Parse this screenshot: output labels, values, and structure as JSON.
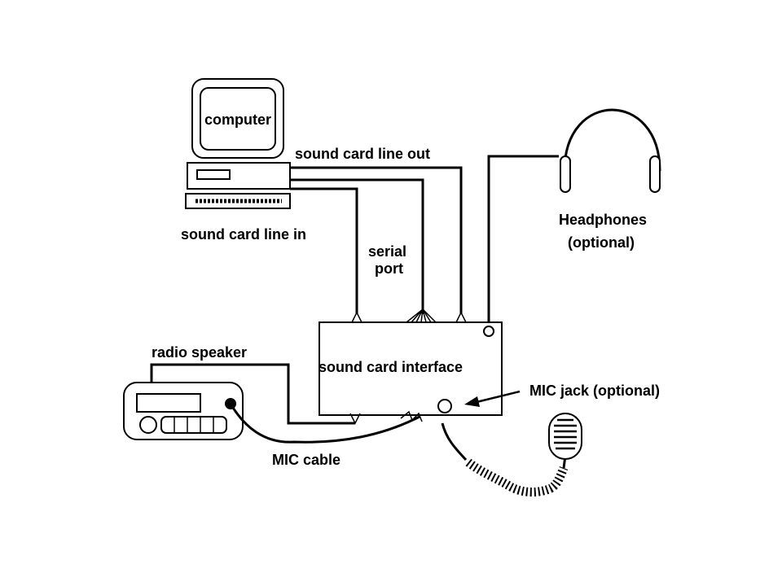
{
  "labels": {
    "computer": "computer",
    "line_out": "sound card line out",
    "line_in": "sound card line in",
    "serial_1": "serial",
    "serial_2": "port",
    "headphones_1": "Headphones",
    "headphones_2": "(optional)",
    "interface": "sound card interface",
    "radio_speaker": "radio speaker",
    "mic_jack": "MIC jack (optional)",
    "mic_cable": "MIC cable"
  }
}
